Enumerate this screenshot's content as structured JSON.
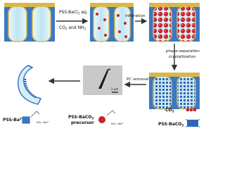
{
  "labels": {
    "step1_reagent": "PSS-BaCl",
    "step1_reagent_sub": "2",
    "step1_reagent_suffix": " aq.",
    "step1_gases": "CO",
    "step1_gases_sub": "2",
    "step1_gases_suffix": " and NH",
    "step1_gases_sub2": "3",
    "step2": "infiltration",
    "step3_line1": "phase-separation",
    "step3_line2": "crystallization",
    "step4": "PC removal",
    "scale_bar": "2 μm"
  },
  "legend": {
    "pss_ba": "PSS-Ba",
    "pss_ba_sup": "2+",
    "pss_baco3_precursor_line1": "PSS-BaCO",
    "pss_baco3_precursor_sub": "3",
    "pss_baco3_precursor_line2": "precursor",
    "co3": "CO",
    "co3_sub": "3",
    "pss_baco3": "PSS-BaCO",
    "pss_baco3_sub": "3",
    "chem_formula_1": "NO₃⁻·Ba²⁺",
    "chem_formula_2": "NO₃⁻·Ba²⁺"
  },
  "colors": {
    "membrane_blue": "#3a78c8",
    "membrane_gold": "#d9b84a",
    "pore_cyan": "#bfe6f2",
    "particle_red": "#c8222a",
    "arrow": "#333333"
  }
}
